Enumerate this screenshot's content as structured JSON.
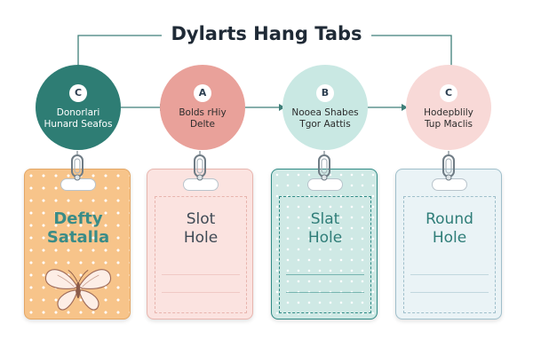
{
  "title": "Dylarts Hang Tabs",
  "nodes": [
    {
      "letter": "C",
      "lines": [
        "Donorlari",
        "Hunard Seafos"
      ],
      "color": "#2e7d74",
      "text_color": "#ffffff",
      "tag": {
        "label_lines": [
          "Defty",
          "Satalla"
        ],
        "fill": "#f7c48a",
        "text_color": "#3a8c87",
        "has_butterfly": true
      }
    },
    {
      "letter": "A",
      "lines": [
        "Bolds rHiy",
        "Delte"
      ],
      "color": "#e9a19a",
      "text_color": "#2c2c2c",
      "tag": {
        "label_lines": [
          "Slot",
          "Hole"
        ],
        "fill": "#fbe3e0",
        "text_color": "#3f4a55",
        "border": "#e8b5ae"
      }
    },
    {
      "letter": "B",
      "lines": [
        "Nooea Shabes",
        "Tgor Aattis"
      ],
      "color": "#c9e8e3",
      "text_color": "#2c2c2c",
      "tag": {
        "label_lines": [
          "Slat",
          "Hole"
        ],
        "fill": "#cfe9e5",
        "text_color": "#2f7d78",
        "border": "#2f8a85"
      }
    },
    {
      "letter": "C",
      "lines": [
        "Hodepblily",
        "Tup Maclis"
      ],
      "color": "#f8d9d7",
      "text_color": "#2c2c2c",
      "tag": {
        "label_lines": [
          "Round",
          "Hole"
        ],
        "fill": "#eaf3f6",
        "text_color": "#2f7d78",
        "border": "#9fbfcb"
      }
    }
  ],
  "colors": {
    "connector": "#3f7f79",
    "title": "#1f2a36"
  }
}
